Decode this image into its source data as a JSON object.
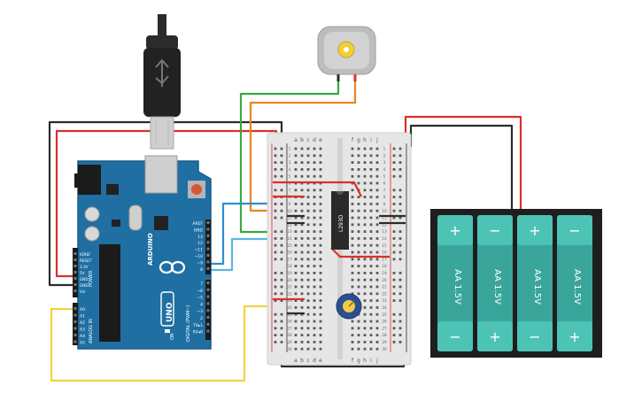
{
  "arduino": {
    "brand": "ARDUINO",
    "model": "UNO",
    "header_power": "POWER",
    "header_analog": "ANALOG IN",
    "header_digital": "DIGITAL (PWM~)",
    "on_label": "ON",
    "power_pins": [
      "IOREF",
      "RESET",
      "3.3V",
      "5V",
      "GND",
      "GND",
      "Vin"
    ],
    "analog_pins": [
      "A0",
      "A1",
      "A2",
      "A3",
      "A4",
      "A5"
    ],
    "digital_pins": [
      "AREF",
      "GND",
      "13",
      "12",
      "~11",
      "~10",
      "~9",
      "8",
      "7",
      "~6",
      "~5",
      "4",
      "~3",
      "2",
      "TX▸1",
      "RX◂0"
    ],
    "digital_label_tx": "TX",
    "digital_label_rx": "RX",
    "board_color": "#1f6fa3"
  },
  "breadboard": {
    "column_letters_left": [
      "a",
      "b",
      "c",
      "d",
      "e"
    ],
    "column_letters_right": [
      "f",
      "g",
      "h",
      "i",
      "j"
    ],
    "row_numbers": [
      "1",
      "2",
      "3",
      "4",
      "5",
      "6",
      "7",
      "8",
      "9",
      "10",
      "11",
      "12",
      "13",
      "14",
      "15",
      "16",
      "17",
      "18",
      "19",
      "20",
      "21",
      "22",
      "23",
      "24",
      "25",
      "26",
      "27",
      "28",
      "29",
      "30"
    ]
  },
  "chip": {
    "label": "L293D"
  },
  "battery": {
    "cells": [
      {
        "label": "AA 1.5V",
        "top": "+",
        "bottom": "−"
      },
      {
        "label": "AA 1.5V",
        "top": "−",
        "bottom": "+"
      },
      {
        "label": "AA 1.5V",
        "top": "+",
        "bottom": "−"
      },
      {
        "label": "AA 1.5V",
        "top": "−",
        "bottom": "+"
      }
    ],
    "cell_color": "#3aa69b"
  },
  "wire_colors": {
    "red": "#d9302c",
    "black": "#2b2b2b",
    "green": "#3aa843",
    "orange": "#e8871e",
    "blue": "#2b8fd0",
    "light_blue": "#5ab8e0",
    "yellow": "#f2d33a"
  }
}
